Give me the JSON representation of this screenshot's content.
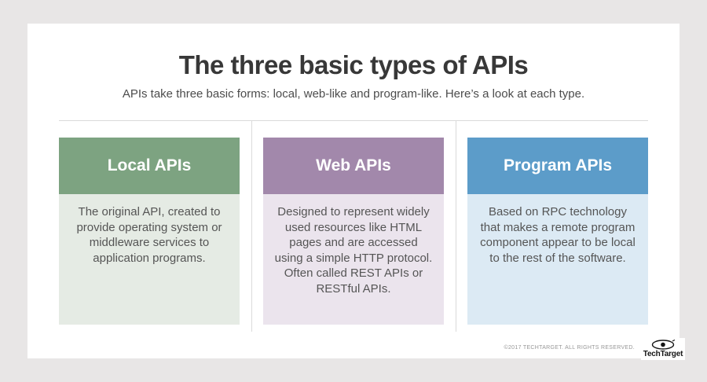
{
  "page": {
    "title": "The three basic types of APIs",
    "subtitle": "APIs take three basic forms: local, web-like and program-like. Here’s a look at each type."
  },
  "columns": [
    {
      "title": "Local APIs",
      "body": "The original API, created to provide operating system or middleware services to application programs.",
      "header_color": "#7da381",
      "body_color": "#e5ebe4"
    },
    {
      "title": "Web APIs",
      "body": "Designed to represent widely used resources like HTML pages and are accessed using a simple HTTP protocol. Often called REST APIs or RESTful APIs.",
      "header_color": "#a288ab",
      "body_color": "#ebe4ed"
    },
    {
      "title": "Program APIs",
      "body": "Based on RPC technology that makes a remote program component appear to be local to the rest of the software.",
      "header_color": "#5c9cc9",
      "body_color": "#dceaf4"
    }
  ],
  "footer": {
    "copyright": "©2017 TECHTARGET. ALL RIGHTS RESERVED.",
    "logo_text": "TechTarget",
    "logo_icon": "eye-icon"
  }
}
